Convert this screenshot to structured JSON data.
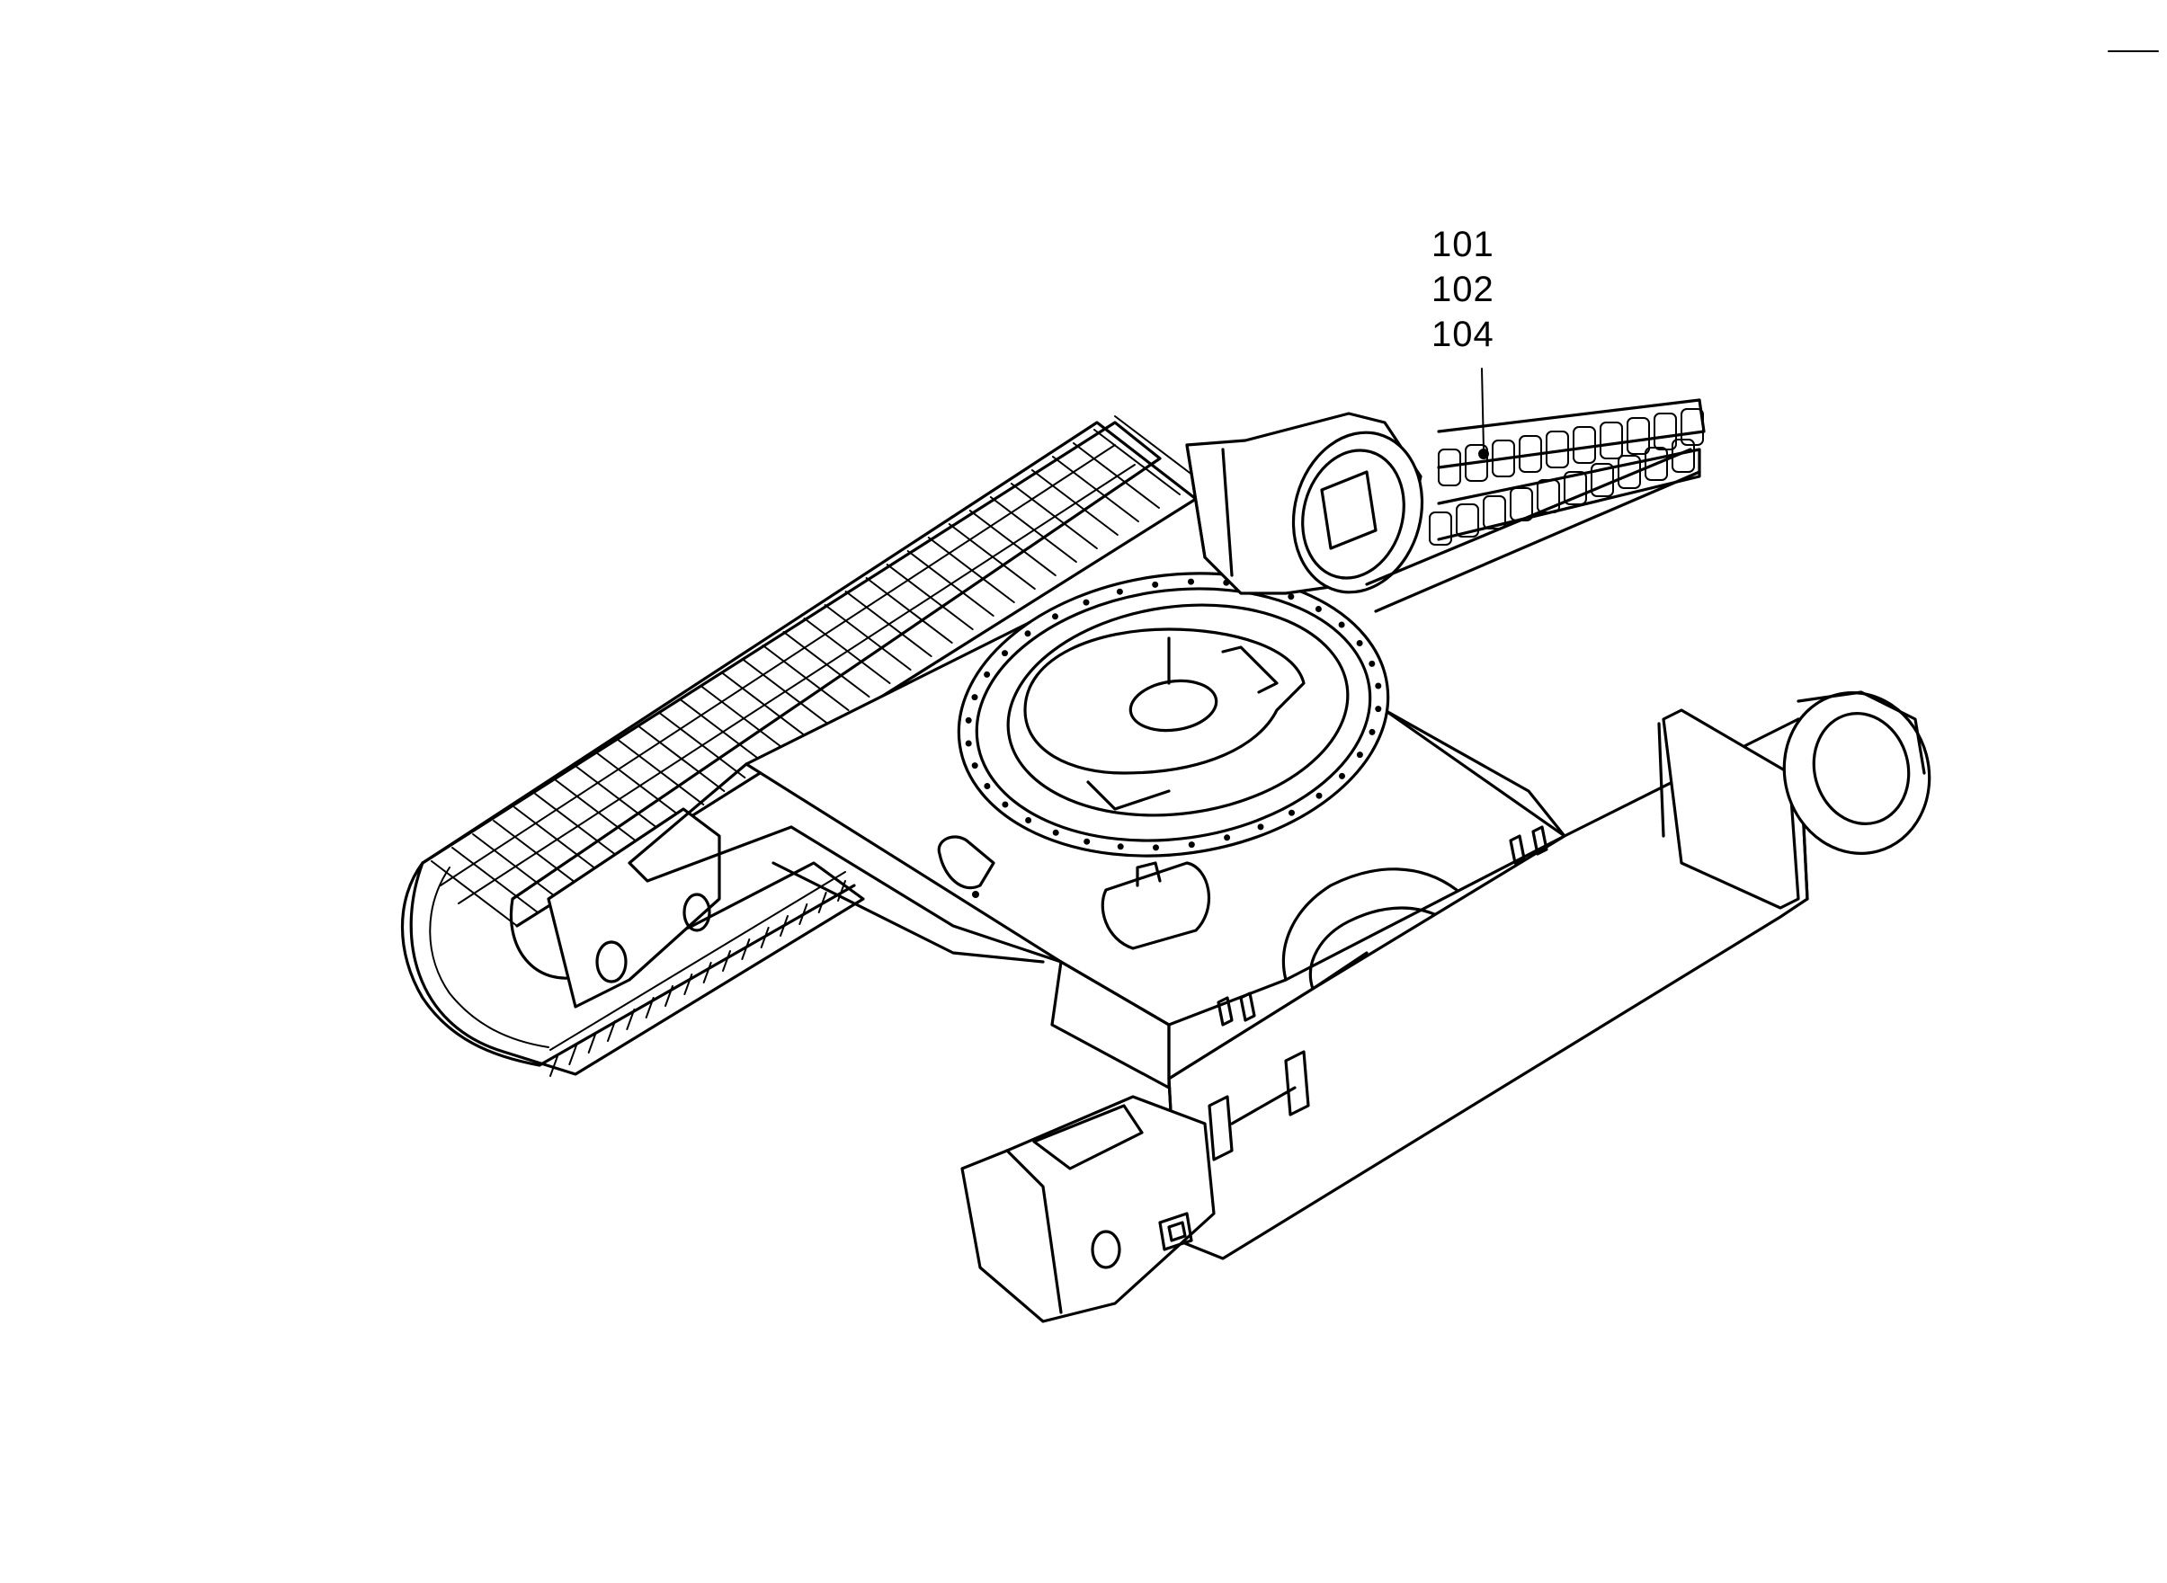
{
  "callouts": {
    "labels": [
      "101",
      "102",
      "104"
    ]
  },
  "colors": {
    "ink": "#000000",
    "background": "#ffffff"
  }
}
